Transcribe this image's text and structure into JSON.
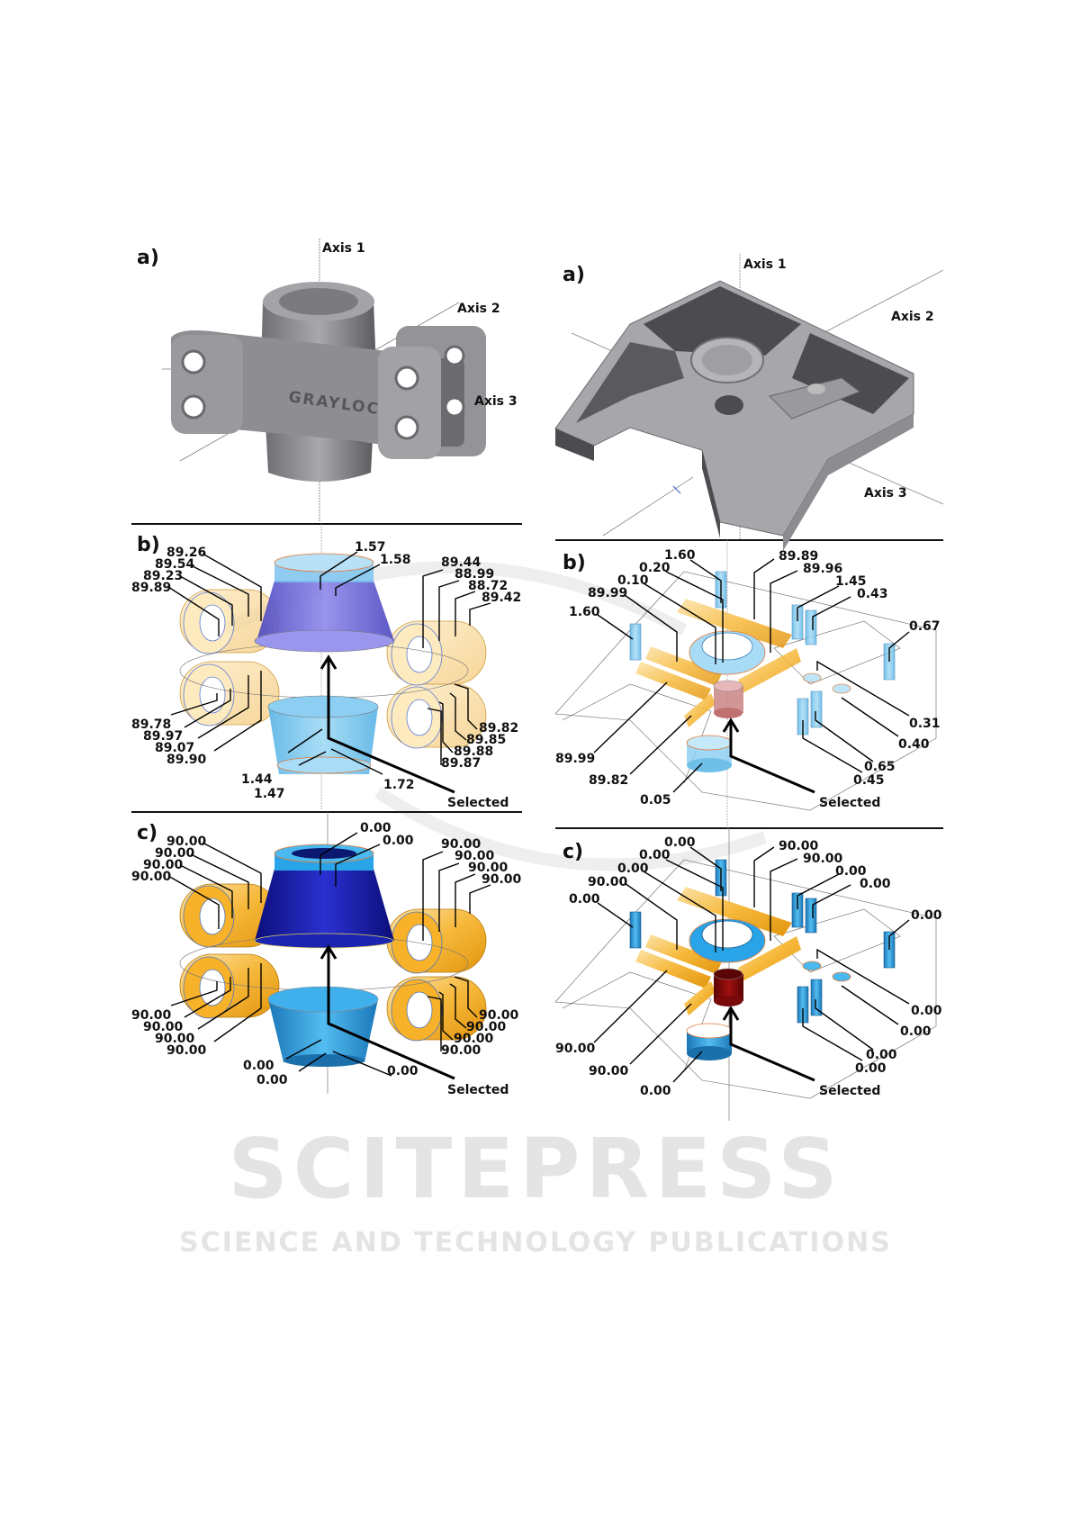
{
  "watermark": {
    "line1": "SCITEPRESS",
    "line2": "SCIENCE AND TECHNOLOGY PUBLICATIONS"
  },
  "colors": {
    "part_gray": "#9a9a9e",
    "part_dark": "#4b4b4f",
    "cylinder_orange": "#f5b324",
    "cylinder_orange_light": "#fbd68a",
    "cone_dark_blue": "#1b1fa8",
    "cone_light_blue": "#3ea9e6",
    "hole_red": "#7a0a0a",
    "hole_red_light": "#c98585",
    "leader": "#000000"
  },
  "left": {
    "a": {
      "label": "a)",
      "axes": [
        "Axis 1",
        "Axis 2",
        "Axis 3"
      ],
      "part_text": "GRAYLOC"
    },
    "b": {
      "label": "b)",
      "cone_top": [
        "1.57",
        "1.58"
      ],
      "left_top": [
        "89.26",
        "89.54",
        "89.23",
        "89.89"
      ],
      "left_bottom": [
        "89.78",
        "89.97",
        "89.07",
        "89.90"
      ],
      "right_top": [
        "89.44",
        "88.99",
        "88.72",
        "89.42"
      ],
      "right_bottom": [
        "89.82",
        "89.85",
        "89.88",
        "89.87"
      ],
      "cone_bottom": [
        "1.44",
        "1.47",
        "1.72"
      ],
      "selected": "Selected"
    },
    "c": {
      "label": "c)",
      "cone_top": [
        "0.00",
        "0.00"
      ],
      "left_top": [
        "90.00",
        "90.00",
        "90.00",
        "90.00"
      ],
      "left_bottom": [
        "90.00",
        "90.00",
        "90.00",
        "90.00"
      ],
      "right_top": [
        "90.00",
        "90.00",
        "90.00",
        "90.00"
      ],
      "right_bottom": [
        "90.00",
        "90.00",
        "90.00",
        "90.00"
      ],
      "cone_bottom": [
        "0.00",
        "0.00",
        "0.00"
      ],
      "selected": "Selected"
    }
  },
  "right": {
    "a": {
      "label": "a)",
      "axes": [
        "Axis 1",
        "Axis 2",
        "Axis 3"
      ]
    },
    "b": {
      "label": "b)",
      "top": [
        "1.60",
        "0.20",
        "0.10",
        "89.99",
        "1.60"
      ],
      "top_right": [
        "89.89",
        "89.96",
        "1.45",
        "0.43"
      ],
      "far_right": "0.67",
      "right_lower": [
        "0.31",
        "0.40",
        "0.65",
        "0.45"
      ],
      "left_lower": [
        "89.99",
        "89.82",
        "0.05"
      ],
      "selected": "Selected"
    },
    "c": {
      "label": "c)",
      "top": [
        "0.00",
        "0.00",
        "0.00",
        "90.00",
        "0.00"
      ],
      "top_right": [
        "90.00",
        "90.00",
        "0.00",
        "0.00"
      ],
      "far_right": "0.00",
      "right_lower": [
        "0.00",
        "0.00",
        "0.00",
        "0.00"
      ],
      "left_lower": [
        "90.00",
        "90.00",
        "0.00"
      ],
      "selected": "Selected"
    }
  }
}
